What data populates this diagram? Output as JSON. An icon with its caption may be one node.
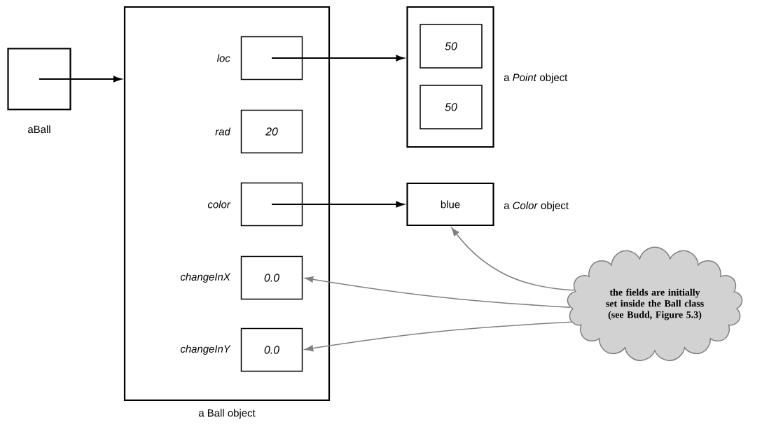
{
  "diagram": {
    "nodes": [
      {
        "text": [],
        "shape": "box",
        "beside": [
          "aBall"
        ]
      },
      {
        "text": [
          "a Ball object"
        ]
      },
      {
        "text": [],
        "shape": "box",
        "in": 1,
        "beside": [
          "loc"
        ]
      },
      {
        "text": [
          "20"
        ],
        "in": 1,
        "beside": [
          "rad"
        ]
      },
      {
        "text": [],
        "shape": "box",
        "in": 1,
        "beside": [
          "color"
        ]
      },
      {
        "text": [
          "0.0"
        ],
        "in": 1,
        "beside": [
          "changeInX"
        ]
      },
      {
        "text": [
          "0.0"
        ],
        "in": 1,
        "beside": [
          "changeInY"
        ]
      },
      {
        "text": [],
        "shape": "box",
        "beside": [
          "a *Point* object"
        ]
      },
      {
        "text": [
          "50"
        ],
        "in": 7
      },
      {
        "text": [
          "50"
        ],
        "in": 7
      },
      {
        "text": [
          "blue"
        ],
        "beside": [
          "a *Color* object"
        ]
      },
      {
        "text": [
          "the fields are initially set inside the Ball class (see Budd, Figure 5.3)"
        ]
      }
    ],
    "edges": [
      {
        "from": 0,
        "to": 1,
        "arrow": "to"
      },
      {
        "from": 2,
        "to": 7,
        "arrow": "to"
      },
      {
        "from": 4,
        "to": 10,
        "arrow": "to"
      },
      {
        "from": 11,
        "to": 10,
        "arrow": "to",
        "color": "#808080"
      },
      {
        "from": 11,
        "to": 5,
        "arrow": "to",
        "color": "#808080"
      },
      {
        "from": 11,
        "to": 6,
        "arrow": "to",
        "color": "#808080"
      }
    ]
  }
}
